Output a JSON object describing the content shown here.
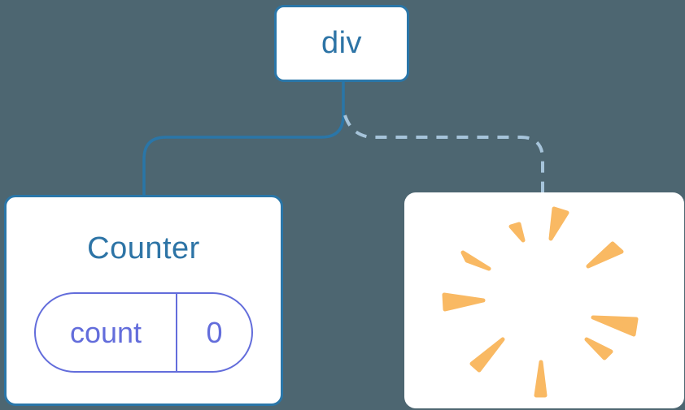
{
  "canvas": {
    "background": "#4d6671",
    "description": "component tree diagram: div parent with Counter child and removed (poof) child"
  },
  "tree": {
    "root": {
      "label": "div"
    },
    "counter": {
      "title": "Counter",
      "state_pill": {
        "name": "count",
        "value": "0"
      }
    },
    "removed": {
      "icon": "poof-burst-icon"
    }
  },
  "edges": {
    "left_edge_style": "solid",
    "right_edge_style": "dashed"
  },
  "colors": {
    "background": "#4d6671",
    "node_border": "#2a76a8",
    "node_text": "#2d74a6",
    "solid_edge": "#2a76a8",
    "dashed_edge": "#a6c4da",
    "state_accent": "#636ddb",
    "burst_orange": "#f9b963"
  }
}
